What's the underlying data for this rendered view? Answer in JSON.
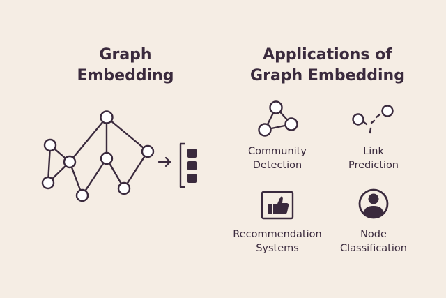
{
  "left_title": {
    "line1": "Graph",
    "line2": "Embedding"
  },
  "right_title": {
    "line1": "Applications of",
    "line2": "Graph Embedding"
  },
  "applications": [
    {
      "icon": "community-detection-icon",
      "line1": "Community",
      "line2": "Detection"
    },
    {
      "icon": "link-prediction-icon",
      "line1": "Link",
      "line2": "Prediction"
    },
    {
      "icon": "thumbs-up-icon",
      "line1": "Recommendation",
      "line2": "Systems"
    },
    {
      "icon": "user-avatar-icon",
      "line1": "Node",
      "line2": "Classification"
    }
  ],
  "colors": {
    "background": "#f5ede4",
    "ink": "#3a2a3d",
    "node_fill": "#ffffff"
  }
}
